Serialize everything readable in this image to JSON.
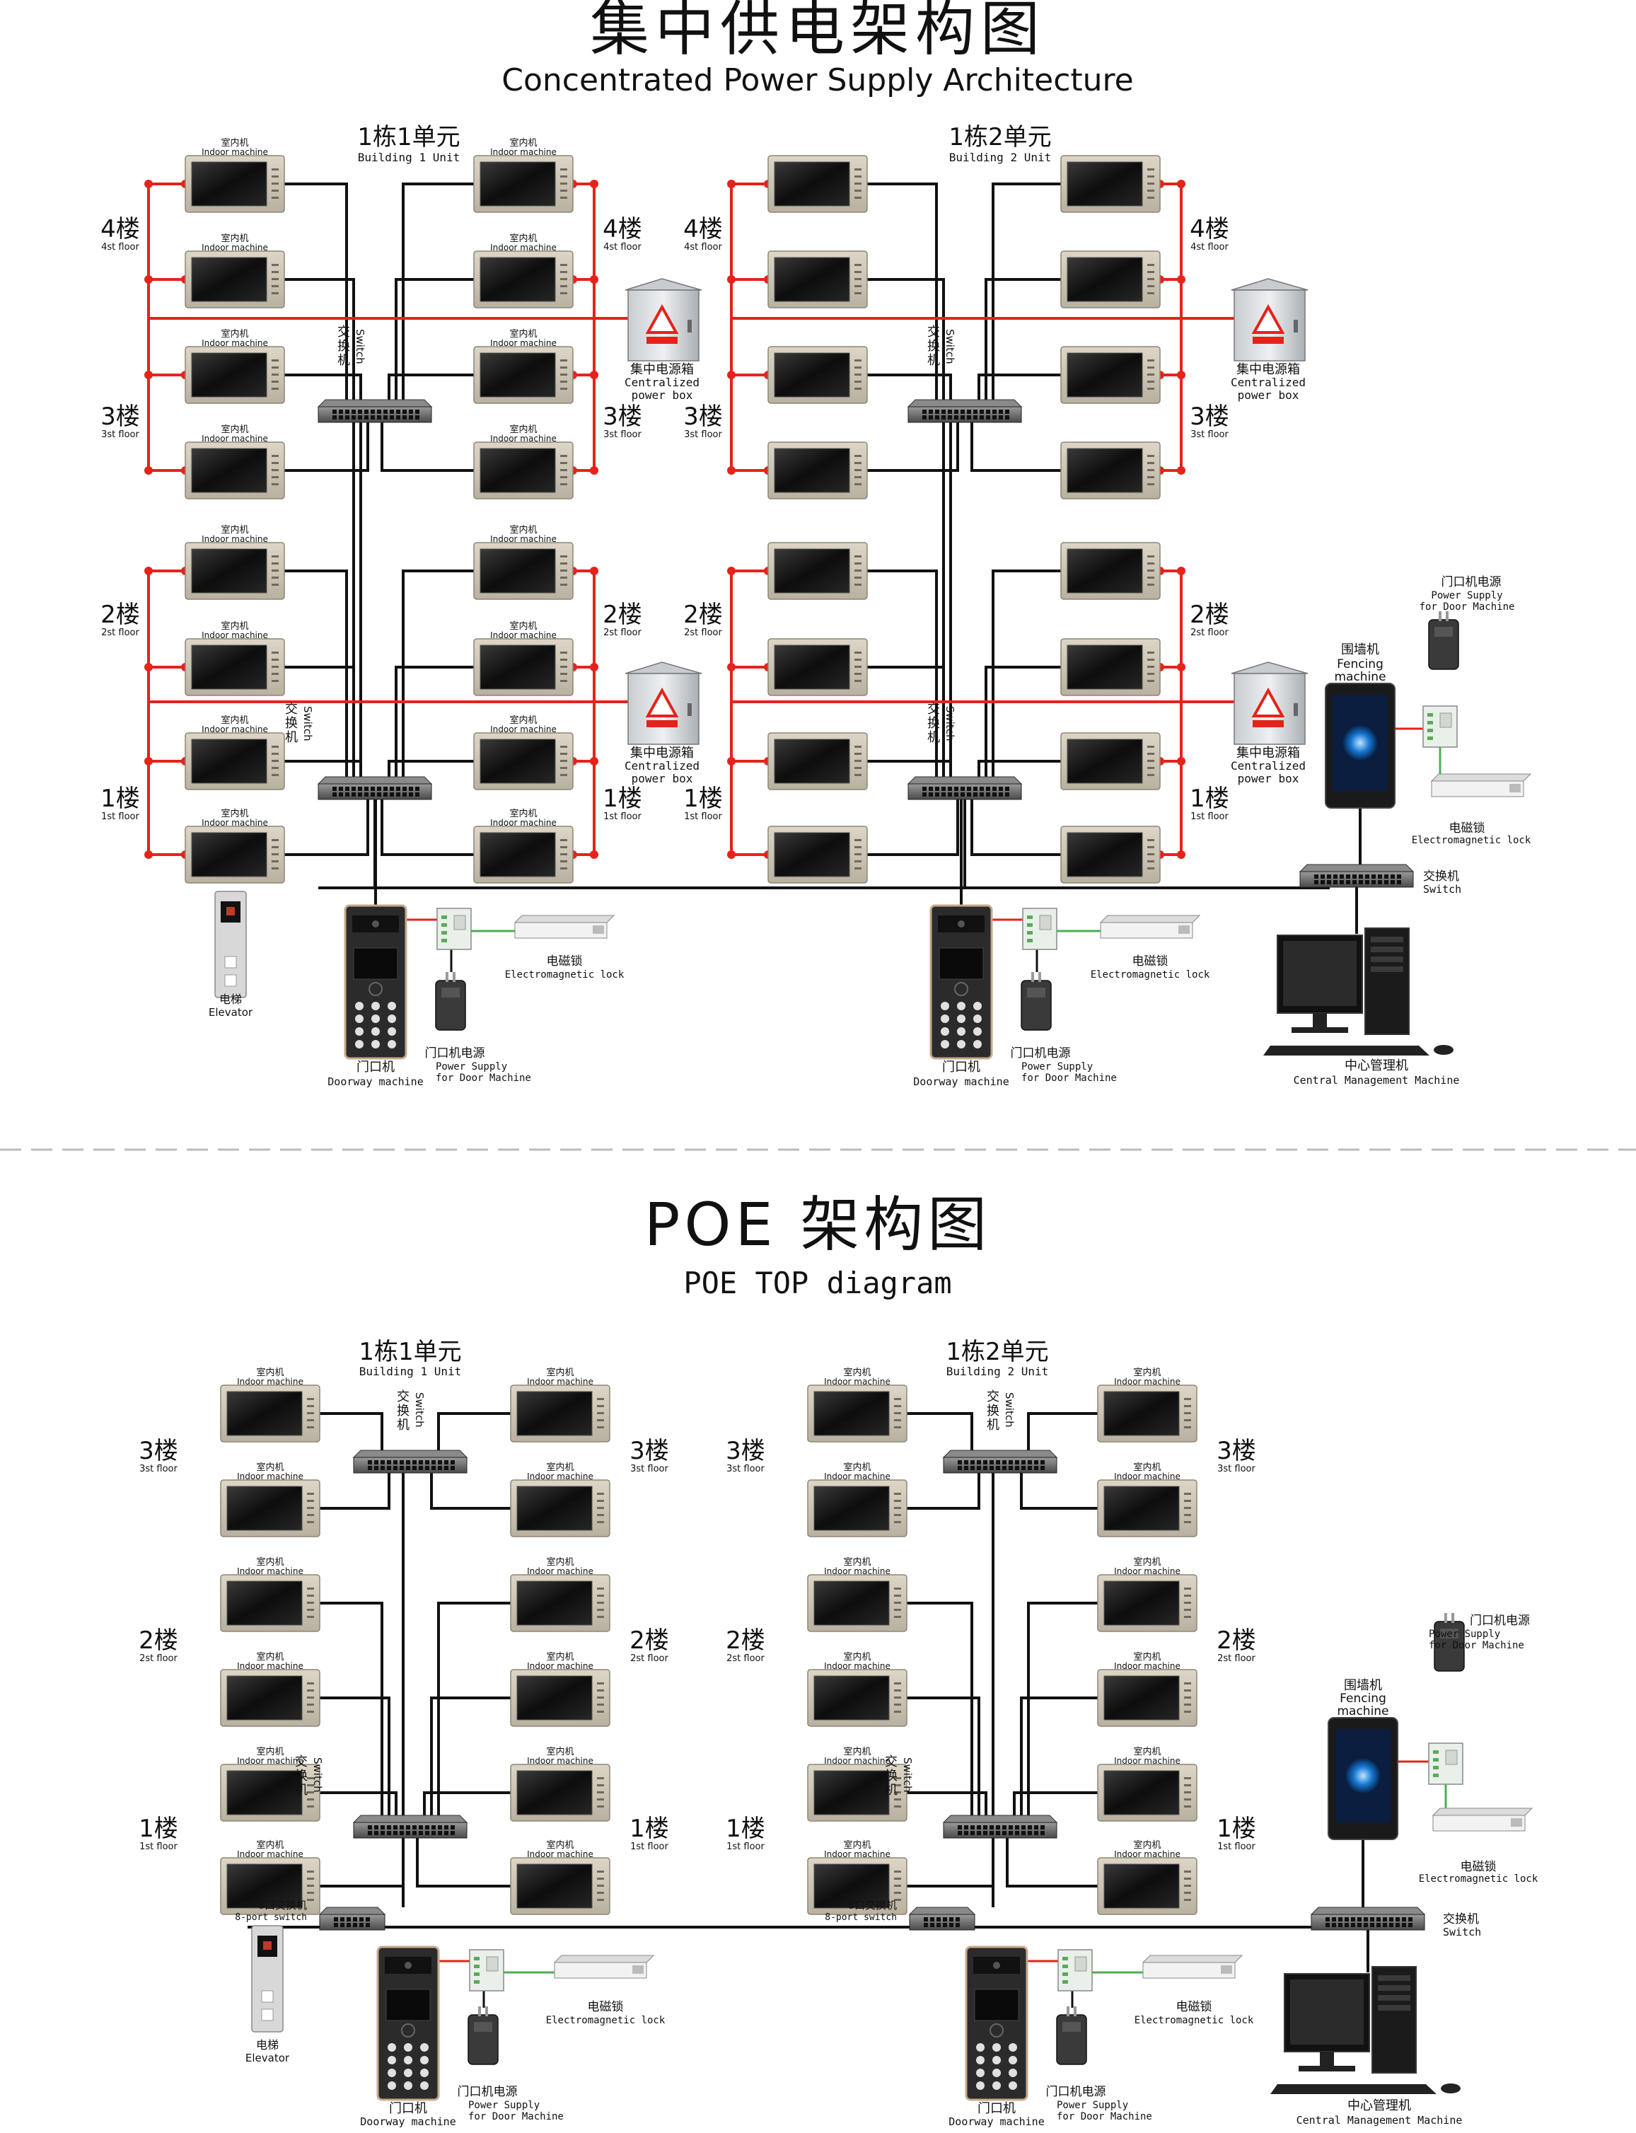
{
  "top": {
    "title": "集中供电架构图",
    "subtitle": "Concentrated Power Supply Architecture",
    "building1": {
      "zh": "1栋1单元",
      "en": "Building 1 Unit"
    },
    "building2": {
      "zh": "1栋2单元",
      "en": "Building 2 Unit"
    },
    "floors": [
      {
        "zh": "4楼",
        "en": "4st floor"
      },
      {
        "zh": "3楼",
        "en": "3st floor"
      },
      {
        "zh": "2楼",
        "en": "2st floor"
      },
      {
        "zh": "1楼",
        "en": "1st floor"
      }
    ],
    "power_box": {
      "zh": "集中电源箱",
      "en1": "Centralized",
      "en2": "power box"
    },
    "fencing": {
      "zh": "围墙机",
      "en1": "Fencing",
      "en2": "machine"
    }
  },
  "bottom": {
    "title": "POE 架构图",
    "subtitle": "POE TOP diagram",
    "building1": {
      "zh": "1栋1单元",
      "en": "Building 1 Unit"
    },
    "building2": {
      "zh": "1栋2单元",
      "en": "Building 2 Unit"
    },
    "floors": [
      {
        "zh": "3楼",
        "en": "3st floor"
      },
      {
        "zh": "2楼",
        "en": "2st floor"
      },
      {
        "zh": "1楼",
        "en": "1st floor"
      }
    ],
    "port8": {
      "zh": "8口交换机",
      "en": "8-port switch"
    },
    "fencing": {
      "zh": "围墙机",
      "en1": "Fencing",
      "en2": "machine"
    }
  },
  "labels": {
    "indoor_zh": "室内机",
    "indoor_en": "Indoor machine",
    "switch_zh": "交换机",
    "switch_en": "Switch",
    "elevator_zh": "电梯",
    "elevator_en": "Elevator",
    "doorway_zh": "门口机",
    "doorway_en": "Doorway machine",
    "psu_zh": "门口机电源",
    "psu_en1": "Power Supply",
    "psu_en2": "for Door Machine",
    "lock_zh": "电磁锁",
    "lock_en": "Electromagnetic lock",
    "cms_zh": "中心管理机",
    "cms_en": "Central Management Machine"
  },
  "colors": {
    "power": "#e5231b",
    "network": "#111111",
    "lock_wire": "#4caf50",
    "device_frame": "#c9c2b1"
  }
}
